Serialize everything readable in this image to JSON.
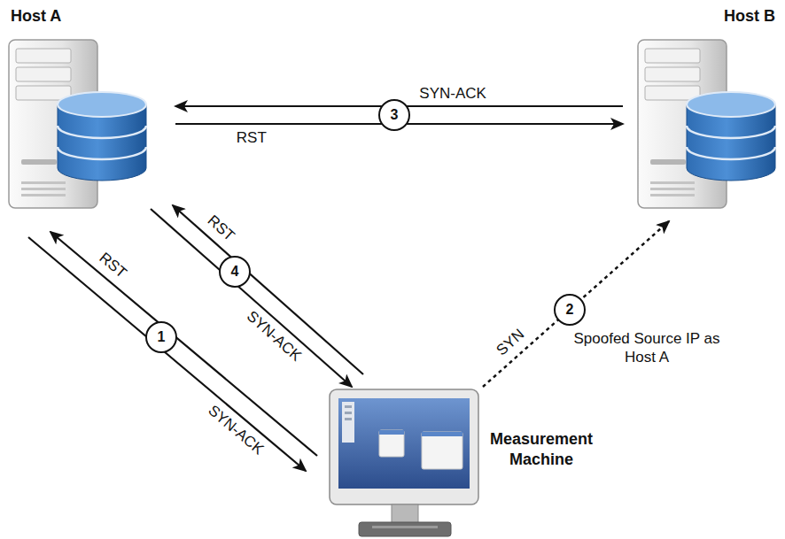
{
  "diagram": {
    "nodes": [
      {
        "text": [
          "Host A"
        ]
      },
      {
        "text": [
          "Host B"
        ]
      },
      {
        "text": [
          "Measurement Machine"
        ]
      }
    ],
    "edges": [
      {
        "from": 0,
        "to": 2,
        "label": "SYN-ACK",
        "arrow": "to"
      },
      {
        "from": 2,
        "to": 0,
        "label": "RST",
        "arrow": "to"
      },
      {
        "from": 2,
        "to": 1,
        "label": "SYN",
        "arrow": "to"
      },
      {
        "from": 1,
        "to": 0,
        "label": "SYN-ACK",
        "arrow": "to"
      },
      {
        "from": 0,
        "to": 1,
        "label": "RST",
        "arrow": "to"
      },
      {
        "from": 0,
        "to": 2,
        "label": "SYN-ACK",
        "arrow": "to"
      },
      {
        "from": 2,
        "to": 0,
        "label": "RST",
        "arrow": "to"
      }
    ],
    "labels": [
      "1",
      "2",
      "3",
      "4",
      "Spoofed Source IP as Host A"
    ]
  }
}
